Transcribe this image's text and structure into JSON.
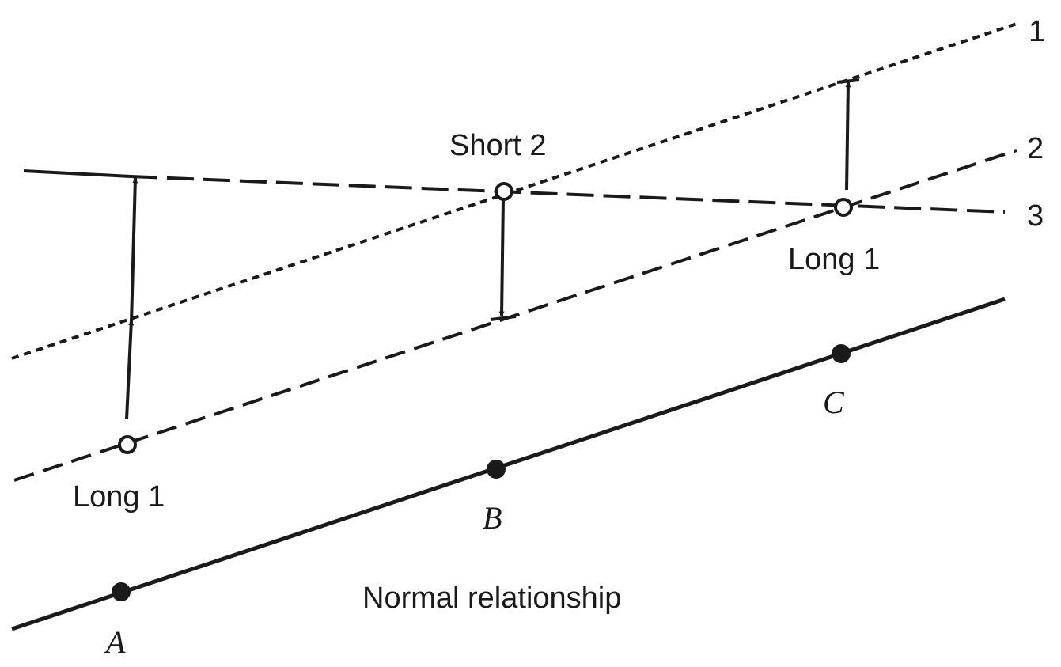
{
  "labels": {
    "line_1": "1",
    "line_2": "2",
    "line_3": "3",
    "short_2": "Short 2",
    "long_1_left": "Long 1",
    "long_1_right": "Long 1",
    "point_a": "A",
    "point_b": "B",
    "point_c": "C",
    "caption": "Normal relationship"
  },
  "colors": {
    "ink": "#1a1a1a",
    "background": "#ffffff"
  }
}
